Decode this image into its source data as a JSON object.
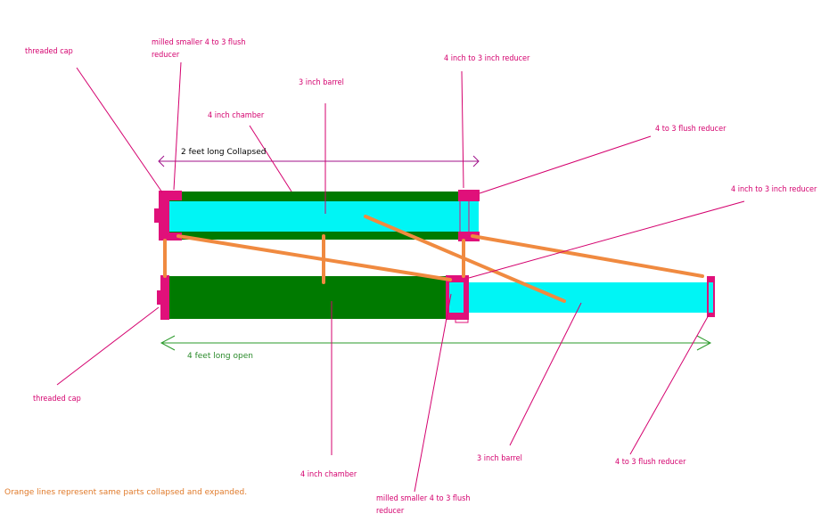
{
  "colors": {
    "chamber": "#007a00",
    "barrel": "#00f5f5",
    "fitting": "#e0107a",
    "leader": "#d4006e",
    "orange": "#f08a40",
    "dim_collapsed": "#a0108a",
    "dim_open": "#2a9a2a",
    "note": "#e07a2a"
  },
  "labels": {
    "threaded_cap_top": "threaded cap",
    "milled_reducer_top_line1": "milled smaller 4 to 3 flush",
    "milled_reducer_top_line2": "reducer",
    "barrel_top": "3 inch barrel",
    "chamber_top": "4 inch chamber",
    "reducer_4_to_3_top": "4 inch to 3 inch reducer",
    "flush_reducer_top": "4 to 3 flush reducer",
    "reducer_4_to_3_right": "4 inch to 3 inch reducer",
    "collapsed_dimension": "2 feet long Collapsed",
    "open_dimension": "4 feet long open",
    "threaded_cap_bottom": "threaded cap",
    "chamber_bottom": "4 inch chamber",
    "milled_reducer_bottom_line1": "milled smaller 4 to 3 flush",
    "milled_reducer_bottom_line2": "reducer",
    "barrel_bottom": "3 inch barrel",
    "flush_reducer_bottom": "4 to 3 flush reducer",
    "note": "Orange lines represent same parts collapsed and expanded."
  }
}
